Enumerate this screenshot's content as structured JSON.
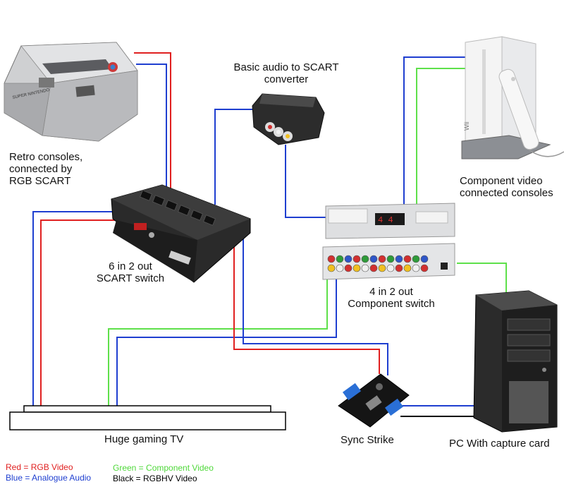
{
  "labels": {
    "retro_consoles": [
      "Retro consoles,",
      "connected by",
      "RGB SCART"
    ],
    "audio_converter": [
      "Basic audio to SCART",
      "converter"
    ],
    "component_consoles": [
      "Component video",
      "connected consoles"
    ],
    "scart_switch": [
      "6 in 2 out",
      "SCART switch"
    ],
    "component_switch": [
      "4 in 2 out",
      "Component switch"
    ],
    "tv": "Huge gaming TV",
    "sync_strike": "Sync Strike",
    "pc": "PC With capture card"
  },
  "device_text": {
    "snes_brand": "SUPER NINTENDO",
    "wii_brand": "Wii",
    "switch_display": "4  4"
  },
  "legend": {
    "red": "Red = RGB Video",
    "blue": "Blue = Analogue Audio",
    "green": "Green = Component Video",
    "black": "Black = RGBHV Video"
  },
  "colors": {
    "red": "#e02020",
    "blue": "#1f3fd0",
    "green": "#5ee04a",
    "black": "#000000"
  }
}
